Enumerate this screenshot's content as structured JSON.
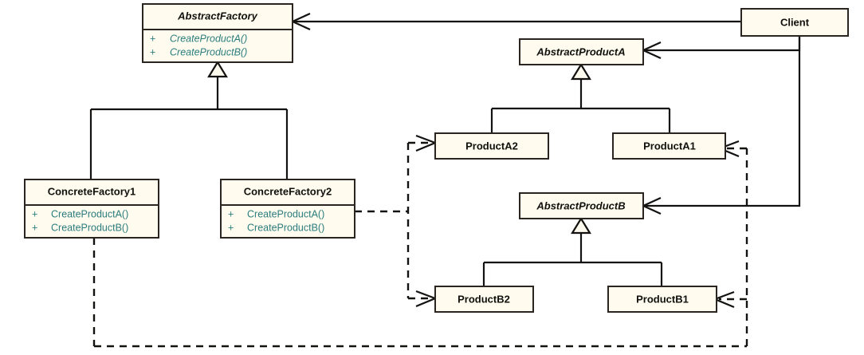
{
  "diagram": {
    "title": "Abstract Factory Pattern UML Class Diagram",
    "type": "uml-class-diagram",
    "background_color": "#ffffff",
    "box_fill_color": "#fffbef",
    "box_border_color": "#2a2520",
    "class_name_color": "#10100c",
    "operation_text_color": "#2b7d7d",
    "edge_color": "#141210"
  },
  "classes": {
    "abstract_factory": {
      "name": "AbstractFactory",
      "stereotype": "abstract",
      "operations": [
        {
          "visibility": "+",
          "signature": "CreateProductA()"
        },
        {
          "visibility": "+",
          "signature": "CreateProductB()"
        }
      ]
    },
    "concrete_factory_1": {
      "name": "ConcreteFactory1",
      "stereotype": "concrete",
      "operations": [
        {
          "visibility": "+",
          "signature": "CreateProductA()"
        },
        {
          "visibility": "+",
          "signature": "CreateProductB()"
        }
      ]
    },
    "concrete_factory_2": {
      "name": "ConcreteFactory2",
      "stereotype": "concrete",
      "operations": [
        {
          "visibility": "+",
          "signature": "CreateProductA()"
        },
        {
          "visibility": "+",
          "signature": "CreateProductB()"
        }
      ]
    },
    "client": {
      "name": "Client",
      "stereotype": "concrete",
      "operations": []
    },
    "abstract_product_a": {
      "name": "AbstractProductA",
      "stereotype": "abstract",
      "operations": []
    },
    "product_a1": {
      "name": "ProductA1",
      "stereotype": "concrete",
      "operations": []
    },
    "product_a2": {
      "name": "ProductA2",
      "stereotype": "concrete",
      "operations": []
    },
    "abstract_product_b": {
      "name": "AbstractProductB",
      "stereotype": "abstract",
      "operations": []
    },
    "product_b1": {
      "name": "ProductB1",
      "stereotype": "concrete",
      "operations": []
    },
    "product_b2": {
      "name": "ProductB2",
      "stereotype": "concrete",
      "operations": []
    }
  },
  "relationships": [
    {
      "id": "gen-cf1-af",
      "kind": "generalization",
      "from": "ConcreteFactory1",
      "to": "AbstractFactory",
      "line": "solid"
    },
    {
      "id": "gen-cf2-af",
      "kind": "generalization",
      "from": "ConcreteFactory2",
      "to": "AbstractFactory",
      "line": "solid"
    },
    {
      "id": "gen-pa1-apa",
      "kind": "generalization",
      "from": "ProductA1",
      "to": "AbstractProductA",
      "line": "solid"
    },
    {
      "id": "gen-pa2-apa",
      "kind": "generalization",
      "from": "ProductA2",
      "to": "AbstractProductA",
      "line": "solid"
    },
    {
      "id": "gen-pb1-apb",
      "kind": "generalization",
      "from": "ProductB1",
      "to": "AbstractProductB",
      "line": "solid"
    },
    {
      "id": "gen-pb2-apb",
      "kind": "generalization",
      "from": "ProductB2",
      "to": "AbstractProductB",
      "line": "solid"
    },
    {
      "id": "assoc-client-af",
      "kind": "association",
      "from": "Client",
      "to": "AbstractFactory",
      "line": "solid"
    },
    {
      "id": "assoc-client-apa",
      "kind": "association",
      "from": "Client",
      "to": "AbstractProductA",
      "line": "solid"
    },
    {
      "id": "assoc-client-apb",
      "kind": "association",
      "from": "Client",
      "to": "AbstractProductB",
      "line": "solid"
    },
    {
      "id": "dep-cf2-pa2",
      "kind": "dependency",
      "from": "ConcreteFactory2",
      "to": "ProductA2",
      "line": "dashed"
    },
    {
      "id": "dep-cf2-pb2",
      "kind": "dependency",
      "from": "ConcreteFactory2",
      "to": "ProductB2",
      "line": "dashed"
    },
    {
      "id": "dep-cf1-pa1",
      "kind": "dependency",
      "from": "ConcreteFactory1",
      "to": "ProductA1",
      "line": "dashed"
    },
    {
      "id": "dep-cf1-pb1",
      "kind": "dependency",
      "from": "ConcreteFactory1",
      "to": "ProductB1",
      "line": "dashed"
    }
  ]
}
